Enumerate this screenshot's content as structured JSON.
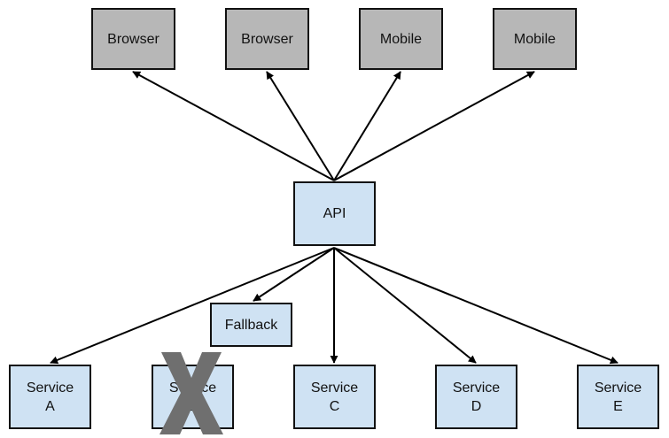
{
  "colors": {
    "client_fill": "#b7b7b7",
    "node_fill": "#cfe2f3",
    "border": "#111111",
    "edge": "#000000",
    "blocked_mark": "#6f6f6f"
  },
  "clients": [
    {
      "label": "Browser"
    },
    {
      "label": "Browser"
    },
    {
      "label": "Mobile"
    },
    {
      "label": "Mobile"
    }
  ],
  "api": {
    "label": "API"
  },
  "fallback": {
    "label": "Fallback"
  },
  "services": [
    {
      "label": "Service\nA",
      "status": "available"
    },
    {
      "label": "Service\nB",
      "status": "failed"
    },
    {
      "label": "Service\nC",
      "status": "available"
    },
    {
      "label": "Service\nD",
      "status": "available"
    },
    {
      "label": "Service\nE",
      "status": "available"
    }
  ],
  "failure_mark": {
    "icon": "x-mark-icon"
  }
}
